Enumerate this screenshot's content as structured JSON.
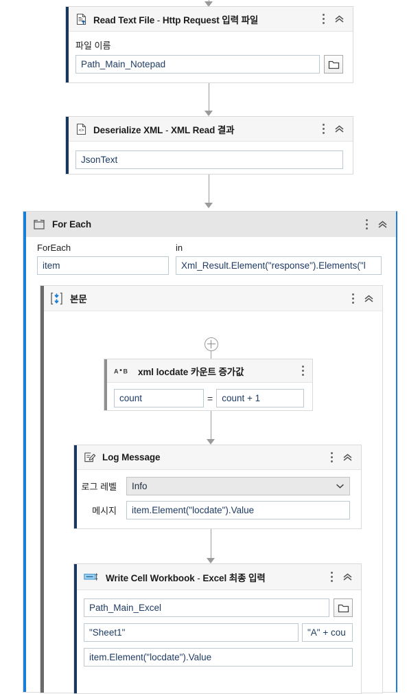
{
  "app": {
    "canvas_name": "workflow-designer-canvas"
  },
  "colors": {
    "accent_navy": "#17375e",
    "accent_blue": "#1a7fd4",
    "accent_gray": "#6b6b6b",
    "header_bg": "#f6f6f6",
    "container_header_bg": "#e6e6e6",
    "field_text": "#1f3b63",
    "connector": "#9a9a9a"
  },
  "activities": {
    "read_text_file": {
      "icon": "read-text-file-icon",
      "title_main": "Read Text File",
      "title_sep": " - ",
      "title_annotation": "Http Request 입력 파일",
      "field_label": "파일 이름",
      "field_value": "Path_Main_Notepad",
      "browse_icon": "folder-icon",
      "menu_icon": "kebab-menu-icon",
      "collapse_icon": "double-chevron-up-icon"
    },
    "deserialize_xml": {
      "icon": "deserialize-xml-icon",
      "title_main": "Deserialize XML",
      "title_sep": " - ",
      "title_annotation": "XML Read 결과",
      "field_value": "JsonText",
      "menu_icon": "kebab-menu-icon",
      "collapse_icon": "double-chevron-up-icon"
    },
    "for_each": {
      "icon": "for-each-icon",
      "title": "For Each",
      "label_foreach": "ForEach",
      "value_foreach": "item",
      "label_in": "in",
      "value_in": "Xml_Result.Element(\"response\").Elements(\"l",
      "menu_icon": "kebab-menu-icon",
      "collapse_icon": "double-chevron-up-icon"
    },
    "body_sequence": {
      "icon": "sequence-body-icon",
      "title": "본문",
      "add_button": "add-activity-button",
      "menu_icon": "kebab-menu-icon",
      "collapse_icon": "double-chevron-up-icon"
    },
    "assign": {
      "icon": "assign-icon",
      "icon_text": "A•B",
      "title": "xml locdate 카운트 증가값",
      "left_value": "count",
      "operator": "=",
      "right_value": "count + 1",
      "menu_icon": "kebab-menu-icon"
    },
    "log_message": {
      "icon": "log-message-icon",
      "title": "Log Message",
      "label_level": "로그 레벨",
      "value_level": "Info",
      "dropdown_icon": "chevron-down-icon",
      "label_message": "메시지",
      "value_message": "item.Element(\"locdate\").Value",
      "menu_icon": "kebab-menu-icon",
      "collapse_icon": "double-chevron-up-icon"
    },
    "write_cell": {
      "icon": "write-cell-icon",
      "title_main": "Write Cell Workbook",
      "title_sep": " - ",
      "title_annotation": "Excel 최종 입력",
      "value_workbook_path": "Path_Main_Excel",
      "browse_icon": "folder-icon",
      "value_sheet": "\"Sheet1\"",
      "value_cell": "\"A\" + cou",
      "value_content": "item.Element(\"locdate\").Value",
      "menu_icon": "kebab-menu-icon",
      "collapse_icon": "double-chevron-up-icon"
    }
  }
}
